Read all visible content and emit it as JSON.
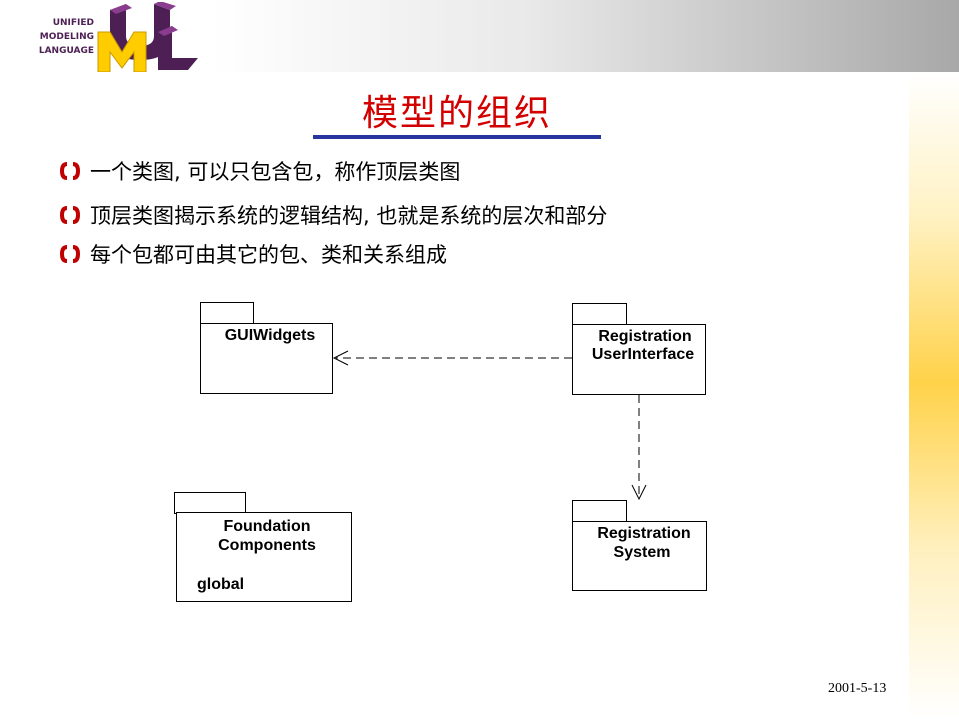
{
  "logo": {
    "lines": [
      "UNIFIED",
      "MODELING",
      "LANGUAGE"
    ],
    "mark_letters": [
      "U",
      "M",
      "L"
    ],
    "colors": {
      "purple": "#4d1f54",
      "yellow": "#ffcc00",
      "purple_light": "#8a3d8f"
    }
  },
  "slide": {
    "title": "模型的组织",
    "title_color": "#d30000",
    "rule_color": "#26369e",
    "bullet_icon": "double-bracket-icon",
    "bullets": [
      "一个类图, 可以只包含包，称作顶层类图",
      "顶层类图揭示系统的逻辑结构, 也就是系统的层次和部分",
      "每个包都可由其它的包、类和关系组成"
    ],
    "date": "2001-5-13"
  },
  "diagram": {
    "packages": [
      {
        "id": "gui",
        "lines": [
          "GUIWidgets"
        ]
      },
      {
        "id": "reg_ui",
        "lines": [
          "Registration",
          "UserInterface"
        ]
      },
      {
        "id": "foundation",
        "lines": [
          "Foundation",
          "Components"
        ],
        "tag": "global"
      },
      {
        "id": "reg_sys",
        "lines": [
          "Registration",
          "System"
        ]
      }
    ],
    "dependencies": [
      {
        "from": "Registration UserInterface",
        "to": "GUIWidgets",
        "style": "dashed"
      },
      {
        "from": "Registration UserInterface",
        "to": "Registration System",
        "style": "dashed"
      }
    ]
  }
}
